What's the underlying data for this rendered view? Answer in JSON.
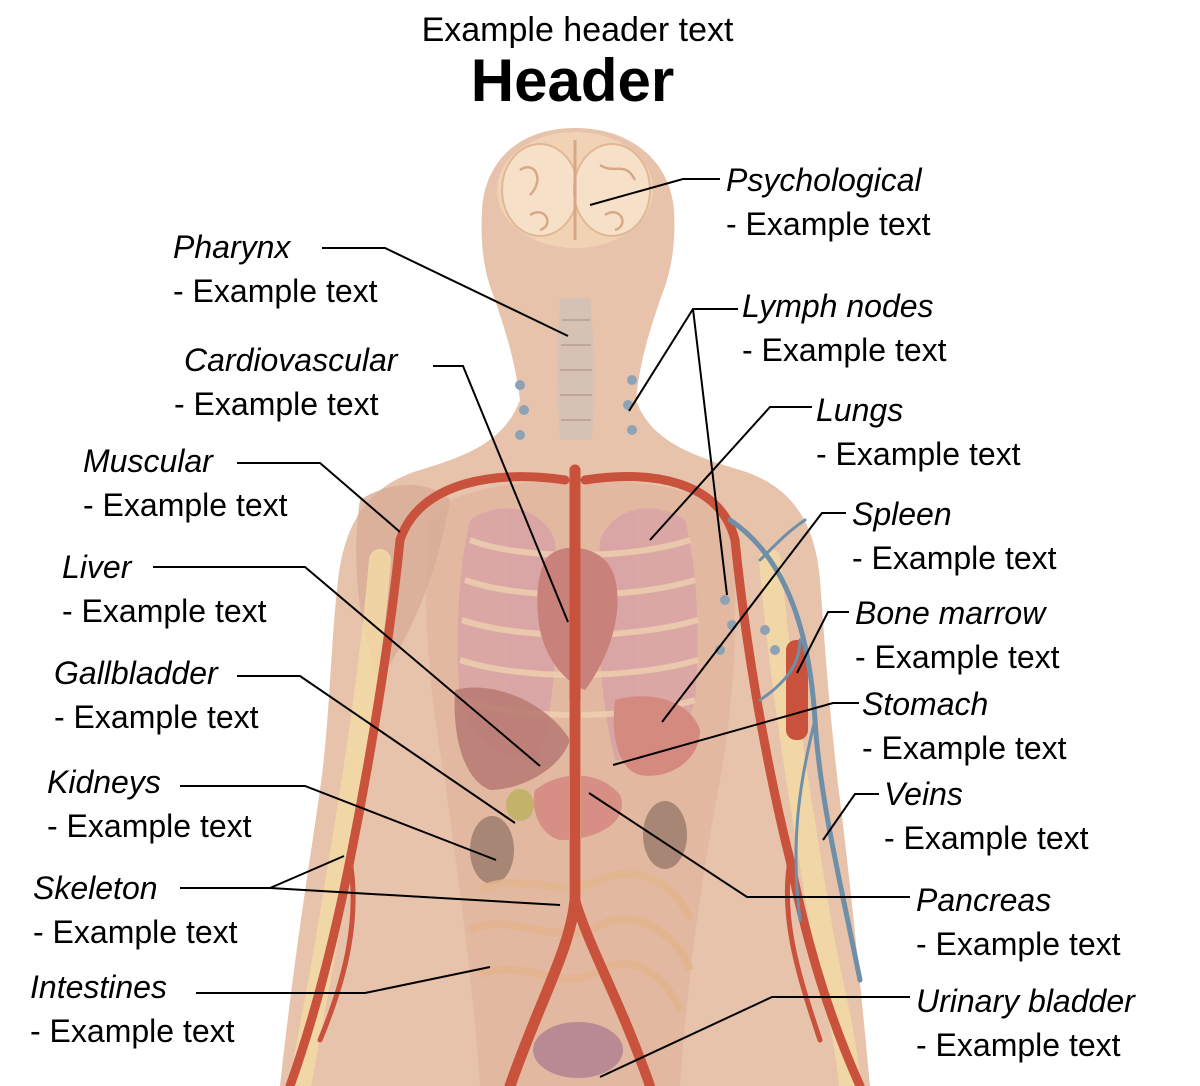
{
  "header": {
    "subtitle": "Example header text",
    "title": "Header"
  },
  "labels": {
    "psychological": {
      "name": "Psychological",
      "text": "Example text"
    },
    "pharynx": {
      "name": "Pharynx",
      "text": "Example text"
    },
    "lymph_nodes": {
      "name": "Lymph nodes",
      "text": "Example text"
    },
    "cardiovascular": {
      "name": "Cardiovascular",
      "text": "Example text"
    },
    "lungs": {
      "name": "Lungs",
      "text": "Example text"
    },
    "muscular": {
      "name": "Muscular",
      "text": "Example text"
    },
    "spleen": {
      "name": "Spleen",
      "text": "Example text"
    },
    "liver": {
      "name": "Liver",
      "text": "Example text"
    },
    "bone_marrow": {
      "name": "Bone marrow",
      "text": "Example text"
    },
    "gallbladder": {
      "name": "Gallbladder",
      "text": "Example text"
    },
    "stomach": {
      "name": "Stomach",
      "text": "Example text"
    },
    "kidneys": {
      "name": "Kidneys",
      "text": "Example text"
    },
    "veins": {
      "name": "Veins",
      "text": "Example text"
    },
    "skeleton": {
      "name": "Skeleton",
      "text": "Example text"
    },
    "pancreas": {
      "name": "Pancreas",
      "text": "Example text"
    },
    "intestines": {
      "name": "Intestines",
      "text": "Example text"
    },
    "urinary_bladder": {
      "name": "Urinary bladder",
      "text": "Example text"
    }
  },
  "colors": {
    "skin": "#e8c3ac",
    "artery": "#c9523d",
    "vein": "#6f8fa8",
    "bone": "#f2d9a4",
    "organ": "#c98a86"
  }
}
